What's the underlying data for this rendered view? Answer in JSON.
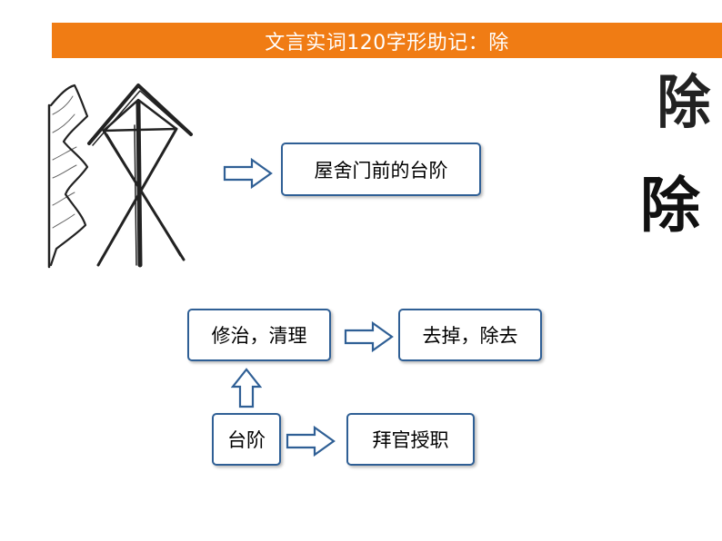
{
  "title": "文言实词120字形助记：除",
  "nodes": {
    "n1": "屋舍门前的台阶",
    "n2": "修治，清理",
    "n3": "去掉，除去",
    "n4": "台阶",
    "n5": "拜官授职"
  },
  "arrows": [
    {
      "from": "pictograph",
      "to": "n1",
      "direction": "right"
    },
    {
      "from": "n2",
      "to": "n3",
      "direction": "right"
    },
    {
      "from": "n4",
      "to": "n2",
      "direction": "up"
    },
    {
      "from": "n4",
      "to": "n5",
      "direction": "right"
    }
  ],
  "glyphs": {
    "seal_script": "除",
    "clerical_script": "除"
  },
  "colors": {
    "title_bar": "#f07c14",
    "title_text": "#ffffff",
    "box_border": "#2f5f95",
    "arrow_stroke": "#2f5f95"
  }
}
